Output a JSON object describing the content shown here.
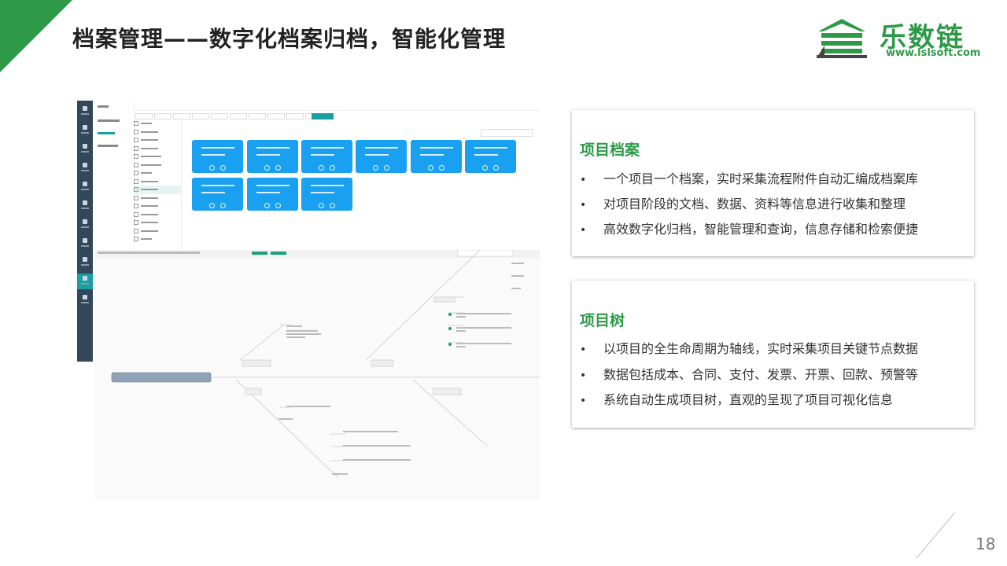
{
  "slide": {
    "title": "档案管理——数字化档案归档，智能化管理",
    "page_number": "18",
    "accent_color": "#2e9a48"
  },
  "logo": {
    "name": "乐数链",
    "url": "www.lslsoft.com"
  },
  "panels": [
    {
      "title": "项目档案",
      "bullets": [
        "一个项目一个档案，实时采集流程附件自动汇编成档案库",
        "对项目阶段的文档、数据、资料等信息进行收集和整理",
        "高效数字化归档，智能管理和查询，信息存储和检索便捷"
      ]
    },
    {
      "title": "项目树",
      "bullets": [
        "以项目的全生命周期为轴线，实时采集项目关键节点数据",
        "数据包括成本、合同、支付、发票、开票、回款、预警等",
        "系统自动生成项目树，直观的呈现了项目可视化信息"
      ]
    }
  ],
  "bullet_glyph": "•"
}
